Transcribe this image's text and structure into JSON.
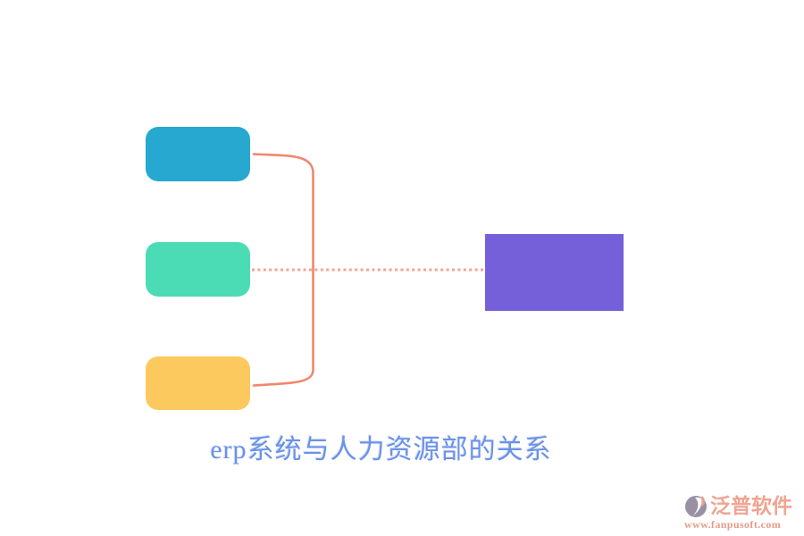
{
  "diagram": {
    "title": {
      "text": "erp系统与人力资源部的关系",
      "color": "#6C92E8"
    },
    "background_color": "#ffffff",
    "nodes": [
      {
        "id": "node-top",
        "label": "",
        "shape": "rounded-rect",
        "color": "#27A8D0",
        "position": "left-top"
      },
      {
        "id": "node-middle",
        "label": "",
        "shape": "rounded-rect",
        "color": "#4BDCB6",
        "position": "left-middle"
      },
      {
        "id": "node-bottom",
        "label": "",
        "shape": "rounded-rect",
        "color": "#FBC95E",
        "position": "left-bottom"
      },
      {
        "id": "node-main",
        "label": "",
        "shape": "rect",
        "color": "#7560D9",
        "position": "right-center"
      }
    ],
    "connectors": [
      {
        "from": "node-top",
        "to": "node-bottom",
        "style": "solid-bracket",
        "color": "#F0876F"
      },
      {
        "from": "node-middle",
        "to": "node-main",
        "style": "dotted",
        "color": "#F2A593"
      }
    ]
  },
  "watermark": {
    "brand": "泛普软件",
    "url": "www.fanpusoft.com",
    "brand_color": "#F0A491",
    "url_color": "#E89B86",
    "logo_color": "#9A90A4",
    "logo_accent_color": "#E8A28E"
  }
}
